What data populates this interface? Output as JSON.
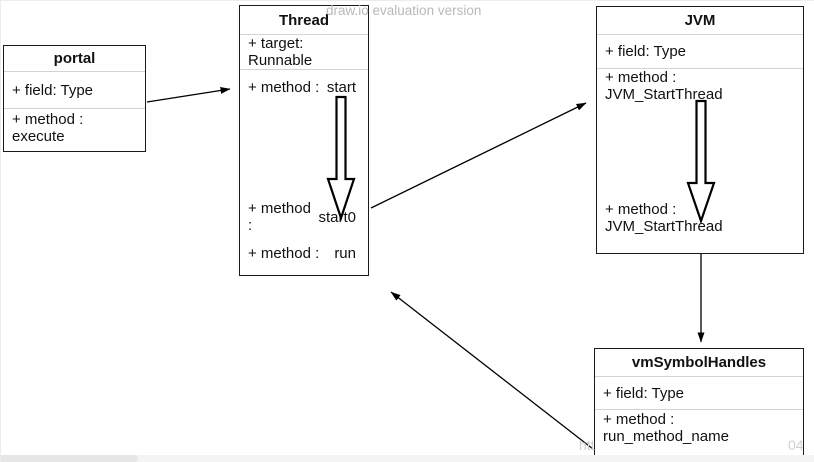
{
  "watermarks": {
    "evaluation": "draw.io evaluation version",
    "fragment_left": "htt",
    "fragment_right": "04"
  },
  "classes": {
    "portal": {
      "title": "portal",
      "field_row": "+ field: Type",
      "method_row": "+ method : execute"
    },
    "thread": {
      "title": "Thread",
      "target_row": "+ target: Runnable",
      "method_start": {
        "label": "+ method :",
        "value": "start"
      },
      "method_start0": {
        "label": "+ method :",
        "value": "start0"
      },
      "method_run": {
        "label": "+ method :",
        "value": "run"
      }
    },
    "jvm": {
      "title": "JVM",
      "field_row": "+ field: Type",
      "method_row_top": "+ method : JVM_StartThread",
      "method_row_bottom": "+ method : JVM_StartThread"
    },
    "vm_symbol_handles": {
      "title": "vmSymbolHandles",
      "field_row": "+ field: Type",
      "method_row": "+ method : run_method_name"
    }
  },
  "colors": {
    "box_border": "#1a1a1a",
    "separator": "#d4d4d4",
    "watermark_gray": "#b9b9b9",
    "edge_stroke": "#000000",
    "scrollbar_track": "#f4f4f4",
    "scrollbar_thumb": "#e6e6e6",
    "background": "#ffffff"
  }
}
